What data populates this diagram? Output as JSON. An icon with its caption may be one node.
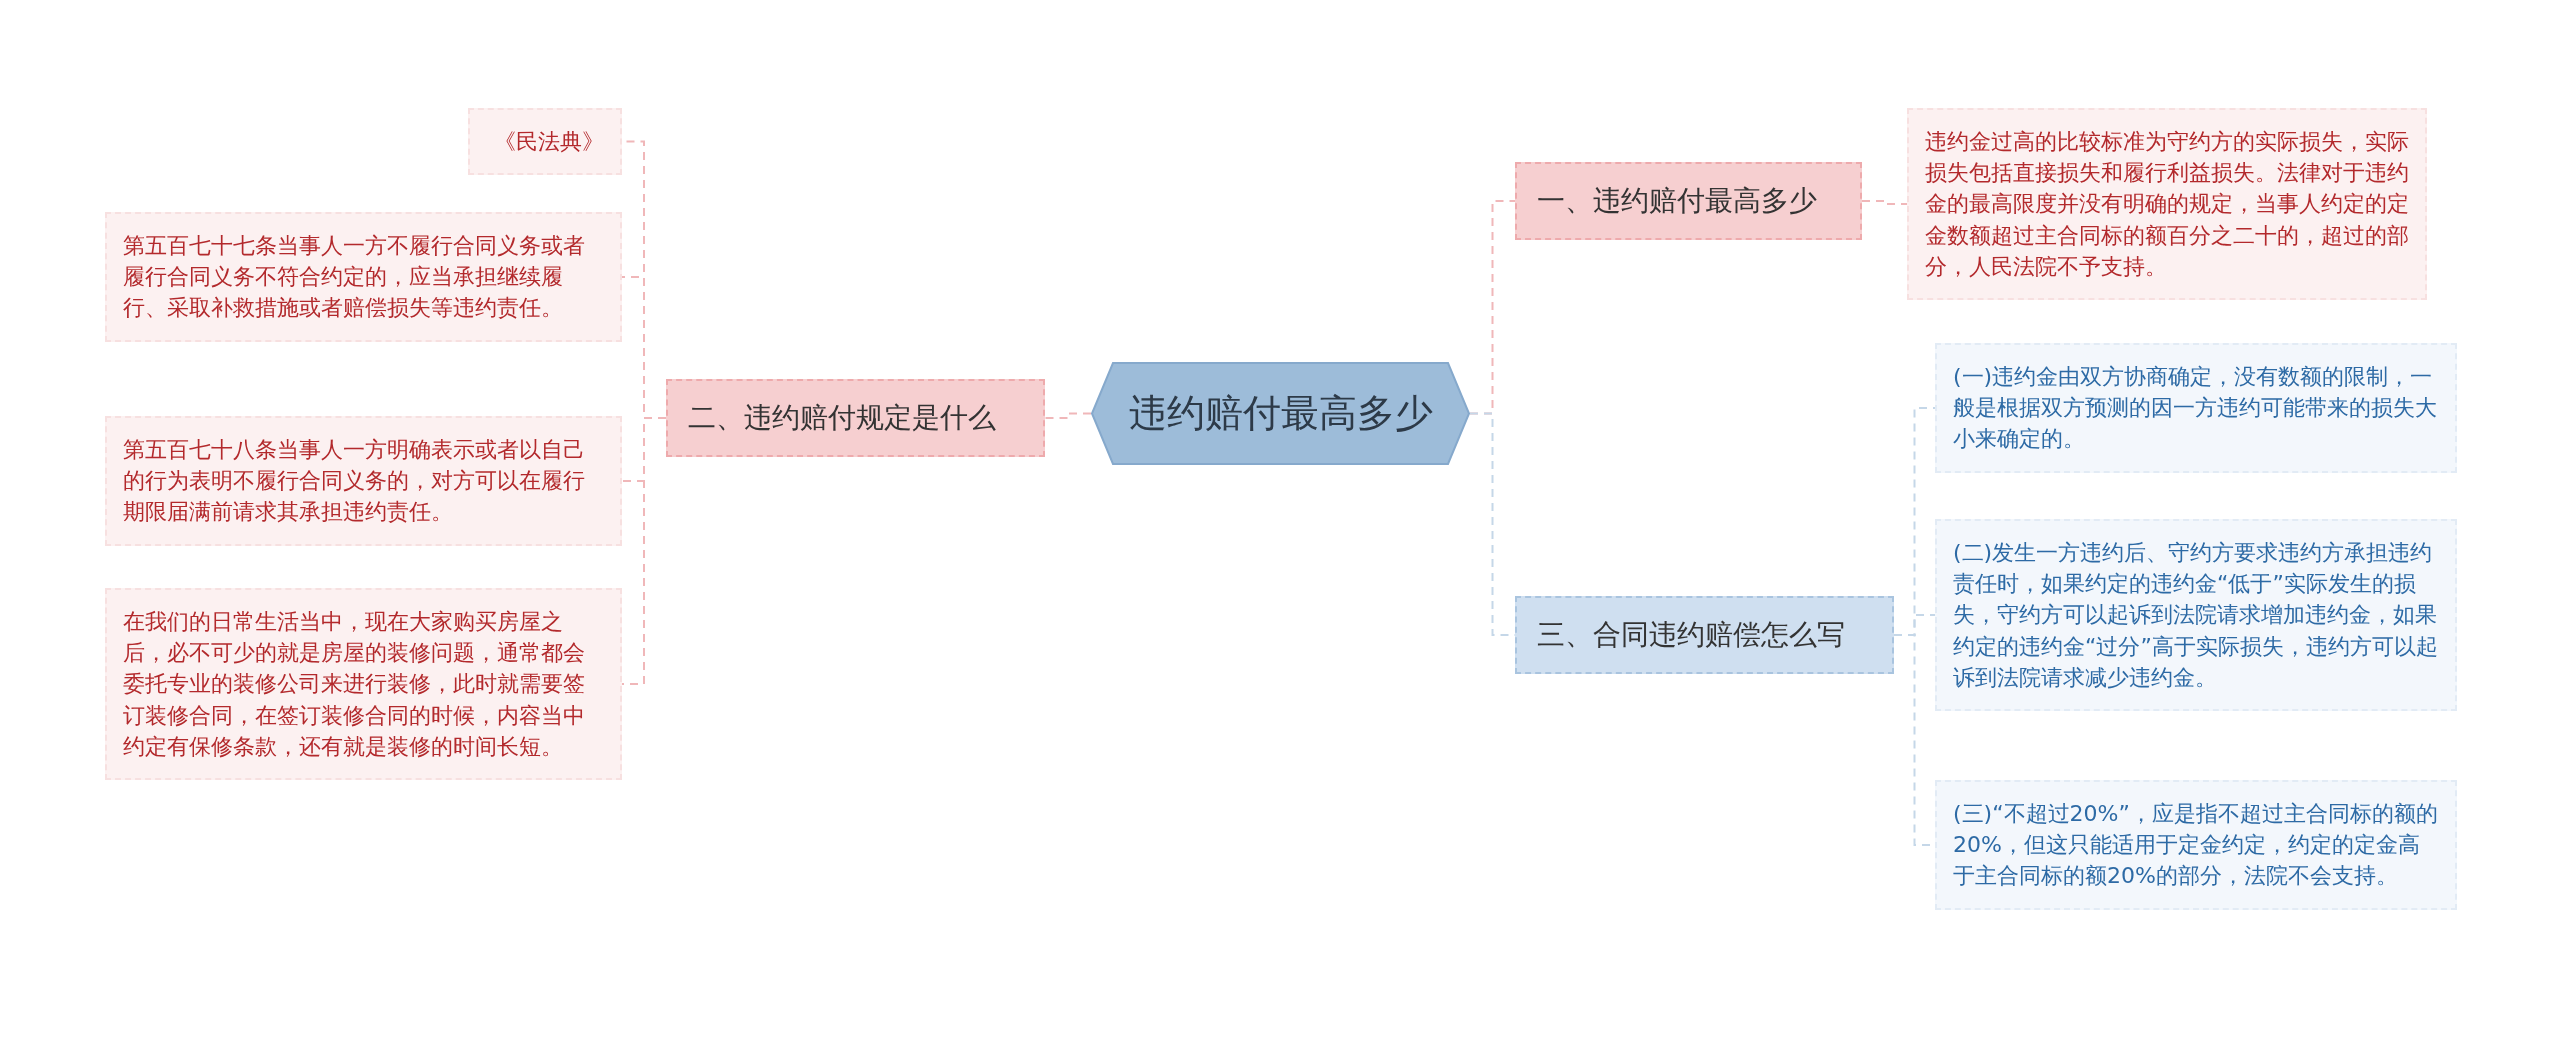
{
  "diagram": {
    "nodes": [
      {
        "text": [
          "违约赔付最高多少"
        ]
      },
      {
        "text": [
          "一、违约赔付最高多少"
        ]
      },
      {
        "text": [
          "违约金过高的比较标准为守约方的实际损失，实际损失包括直接损失和履行利益损失。法律对于违约金的最高限度并没有明确的规定，当事人约定的定金数额超过主合同标的额百分之二十的，超过的部分，人民法院不予支持。"
        ]
      },
      {
        "text": [
          "二、违约赔付规定是什么"
        ]
      },
      {
        "text": [
          "《民法典》"
        ]
      },
      {
        "text": [
          "第五百七十七条当事人一方不履行合同义务或者履行合同义务不符合约定的，应当承担继续履行、采取补救措施或者赔偿损失等违约责任。"
        ]
      },
      {
        "text": [
          "第五百七十八条当事人一方明确表示或者以自己的行为表明不履行合同义务的，对方可以在履行期限届满前请求其承担违约责任。"
        ]
      },
      {
        "text": [
          "在我们的日常生活当中，现在大家购买房屋之后，必不可少的就是房屋的装修问题，通常都会委托专业的装修公司来进行装修，此时就需要签订装修合同，在签订装修合同的时候，内容当中约定有保修条款，还有就是装修的时间长短。"
        ]
      },
      {
        "text": [
          "三、合同违约赔偿怎么写"
        ]
      },
      {
        "text": [
          "(一)违约金由双方协商确定，没有数额的限制，一般是根据双方预测的因一方违约可能带来的损失大小来确定的。"
        ]
      },
      {
        "text": [
          "(二)发生一方违约后、守约方要求违约方承担违约责任时，如果约定的违约金“低于”实际发生的损失，守约方可以起诉到法院请求增加违约金，如果约定的违约金“过分”高于实际损失，违约方可以起诉到法院请求减少违约金。"
        ]
      },
      {
        "text": [
          "(三)“不超过20%”，应是指不超过主合同标的额的20%，但这只能适用于定金约定，约定的定金高于主合同标的额20%的部分，法院不会支持。"
        ]
      }
    ],
    "edges": [
      {
        "from": 0,
        "to": 1,
        "arrow": "none",
        "style": "dashed"
      },
      {
        "from": 1,
        "to": 2,
        "arrow": "none",
        "style": "dashed"
      },
      {
        "from": 0,
        "to": 3,
        "arrow": "none",
        "style": "dashed"
      },
      {
        "from": 3,
        "to": 4,
        "arrow": "none",
        "style": "dashed"
      },
      {
        "from": 3,
        "to": 5,
        "arrow": "none",
        "style": "dashed"
      },
      {
        "from": 3,
        "to": 6,
        "arrow": "none",
        "style": "dashed"
      },
      {
        "from": 3,
        "to": 7,
        "arrow": "none",
        "style": "dashed"
      },
      {
        "from": 0,
        "to": 8,
        "arrow": "none",
        "style": "dashed",
        "color": "#c5d7e8"
      },
      {
        "from": 8,
        "to": 9,
        "arrow": "none",
        "style": "dashed",
        "color": "#c5d7e8"
      },
      {
        "from": 8,
        "to": 10,
        "arrow": "none",
        "style": "dashed",
        "color": "#c5d7e8"
      },
      {
        "from": 8,
        "to": 11,
        "arrow": "none",
        "style": "dashed",
        "color": "#c5d7e8"
      }
    ]
  }
}
